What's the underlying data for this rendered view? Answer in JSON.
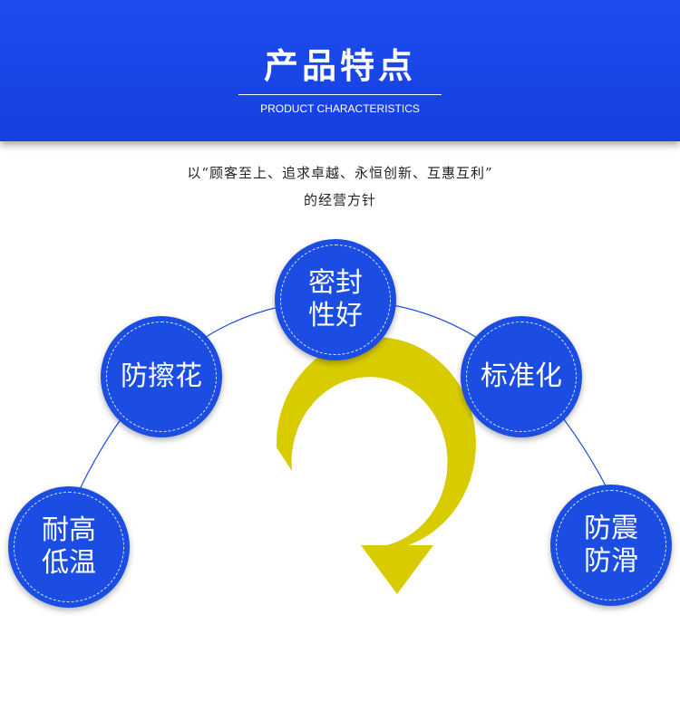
{
  "header": {
    "title": "产品特点",
    "subtitle": "PRODUCT CHARACTERISTICS"
  },
  "slogan": {
    "line1": "以“顾客至上、追求卓越、永恒创新、互惠互利”",
    "line2": "的经营方针"
  },
  "features": [
    {
      "line1": "耐高",
      "line2": "低温"
    },
    {
      "line1": "防擦花",
      "line2": ""
    },
    {
      "line1": "密封",
      "line2": "性好"
    },
    {
      "line1": "标准化",
      "line2": ""
    },
    {
      "line1": "防震",
      "line2": "防滑"
    }
  ],
  "colors": {
    "brand_blue": "#1b4de3",
    "arrow_yellow": "#d8cc00",
    "text_white": "#ffffff"
  }
}
